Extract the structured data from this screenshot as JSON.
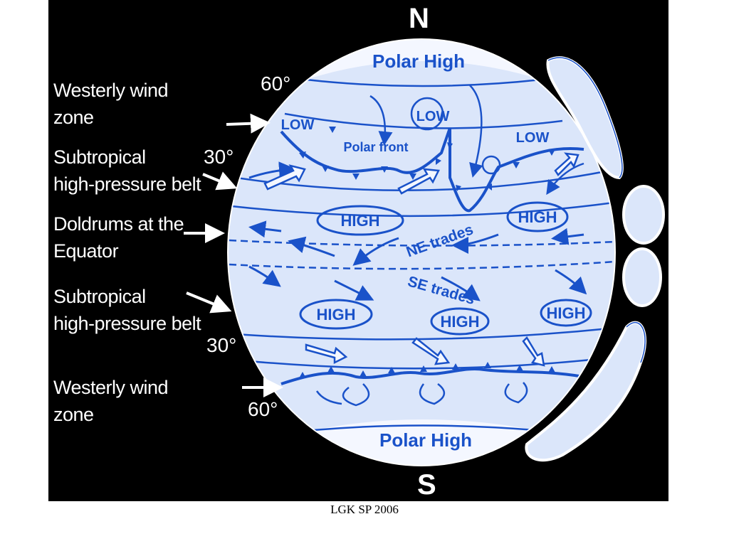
{
  "poles": {
    "north": "N",
    "south": "S"
  },
  "latitudes": {
    "n60": "60°",
    "n30": "30°",
    "s30": "30°",
    "s60": "60°"
  },
  "zone_labels": {
    "westerly_north_1": "Westerly wind",
    "westerly_north_2": "zone",
    "subtropical_north_1": "Subtropical",
    "subtropical_north_2": "high-pressure belt",
    "doldrums_1": "Doldrums at the",
    "doldrums_2": "Equator",
    "subtropical_south_1": "Subtropical",
    "subtropical_south_2": "high-pressure belt",
    "westerly_south_1": "Westerly wind",
    "westerly_south_2": "zone"
  },
  "globe": {
    "polar_high_north": "Polar High",
    "polar_high_south": "Polar High",
    "low_1": "LOW",
    "low_2": "LOW",
    "low_3": "LOW",
    "polar_front": "Polar front",
    "high_n_left": "HIGH",
    "high_n_right": "HIGH",
    "ne_trades": "NE trades",
    "se_trades": "SE trades",
    "high_s_left": "HIGH",
    "high_s_mid": "HIGH",
    "high_s_right": "HIGH"
  },
  "caption": "LGK SP 2006",
  "colors": {
    "background": "#000000",
    "globe": "#dbe6fa",
    "ink": "#1a52c9",
    "text": "#ffffff"
  }
}
